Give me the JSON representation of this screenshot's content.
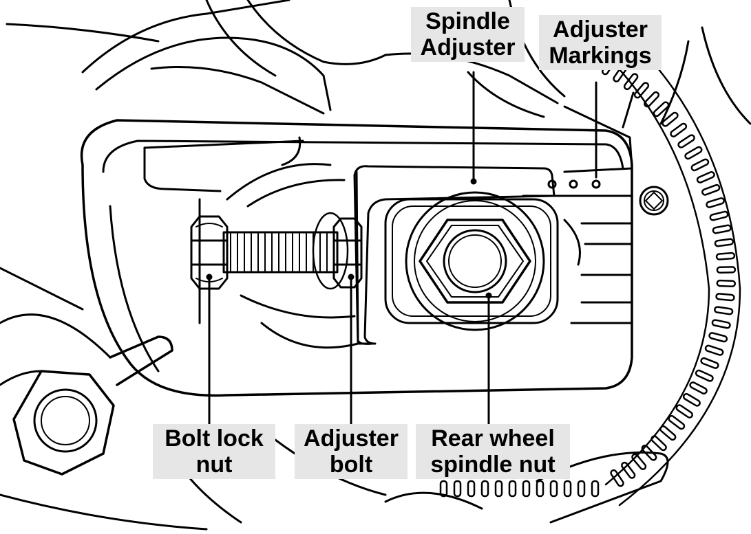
{
  "callouts": {
    "spindle_adjuster": {
      "line1": "Spindle",
      "line2": "Adjuster"
    },
    "adjuster_markings": {
      "line1": "Adjuster",
      "line2": "Markings"
    },
    "bolt_lock_nut": {
      "line1": "Bolt lock",
      "line2": "nut"
    },
    "adjuster_bolt": {
      "line1": "Adjuster",
      "line2": "bolt"
    },
    "rear_wheel_spindle_nut": {
      "line1": "Rear wheel",
      "line2": "spindle nut"
    }
  },
  "colors": {
    "ink": "#000000",
    "label_background": "#e6e6e6",
    "paper": "#ffffff"
  }
}
